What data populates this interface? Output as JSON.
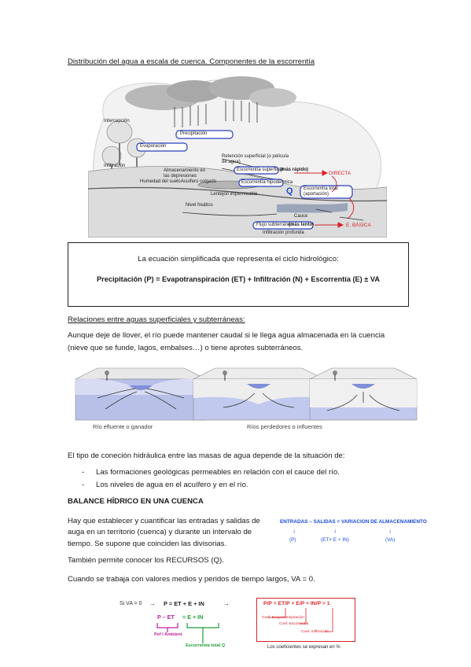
{
  "section1": {
    "heading": "Distribución del agua a escala de cuenca. Componentes de la escorrentía"
  },
  "diagram1": {
    "labels": {
      "interception": "Intercepción",
      "precipitation": "Precipitación",
      "evaporation": "Evaporación",
      "infiltration": "Infiltración",
      "storage": "Almacenamiento en las depresiones",
      "soil_moisture": "Humedad del suelo",
      "perched_aquifer": "Acuífero colgado",
      "impermeable_lens": "Lentejón impermeable",
      "surface_retention": "Retención superficial (o película de agua)",
      "surface_runoff": "Escorrentía superficial",
      "faster": "(más rápido)",
      "direct": "DIRECTA",
      "subsurface_runoff": "Escorrentía hipodérmica",
      "q": "Q",
      "total_runoff": "Escorrentía total (aportación)",
      "water_table": "Nivel freático",
      "channel": "Cauce",
      "groundwater_flow": "Flujo subterráneo",
      "slower": "(más lento)",
      "basic": "E. BÁSICA",
      "deep_infiltration": "Infiltración profunda"
    }
  },
  "equation_box": {
    "intro": "La ecuación simplificada que representa el ciclo hidrológico:",
    "equation": "Precipitación (P) = Evapotranspiración (ET) + Infiltración (N) + Escorrentía (E) ± VA"
  },
  "section2": {
    "heading": "Relaciones entre aguas superficiales y subterráneas:",
    "para_line1": "Aunque deje de llover, el río puede mantener caudal si le llega agua almacenada en la cuencia",
    "para_line2": "(nieve que se funde, lagos, embalses…) o tiene aprotes subterráneos.",
    "fig_label_left": "Río efluente o ganador",
    "fig_label_right": "Ríos perdedores o influentes",
    "conn_intro": "El tipo de coneción hidráulica entre las masas de agua depende de la situación de:",
    "bullets": [
      "Las formaciones geológicas permeables en relación con el cauce del río.",
      "Los niveles de agua en el acuífero y en el río."
    ]
  },
  "section3": {
    "heading": "BALANCE HÍDRICO EN UNA CUENCA",
    "para_line1": "Hay que establecer y cuantificar las entradas y salidas de",
    "para_line2": "auga en un territorio (cuenca) y durante un intervalo de",
    "para_line3": "tiempo. Se supone que coinciden las divisorias.",
    "recursos": "También permite conocer los RECURSOS (Q).",
    "means": "Cuando se trabaja con valores medios y peridos de tiempo largos, VA = 0.",
    "balance_header": "ENTRADAS  –  SALIDAS   =    VARIACION DE ALMACENAMIENTO",
    "balance_p": "(P)",
    "balance_out": "(ET+ E + IN)",
    "balance_va": "(VA)"
  },
  "formula_figure": {
    "left_line1": "Si  VA = 0",
    "left_line2": "P = ET + E + IN",
    "left_line3_a": "P – ET",
    "left_line3_b": " = E + IN",
    "left_label1": "Pef l Ambient",
    "left_label2": "Escorrentía total Q",
    "right_line1": "P/P =  ET/P  +  E/P  +  IN/P  =  1",
    "right_label1": "Coef. Evapotranspiración",
    "right_label2": "Coef. Escorrentía",
    "right_label3": "Coef. Infiltración",
    "right_footer": "Los coeficientes se expresan en %"
  },
  "colors": {
    "accent_blue": "#2a3fbf",
    "accent_red": "#d8232a",
    "accent_green": "#1f9e3a",
    "accent_magenta": "#c0209a"
  }
}
